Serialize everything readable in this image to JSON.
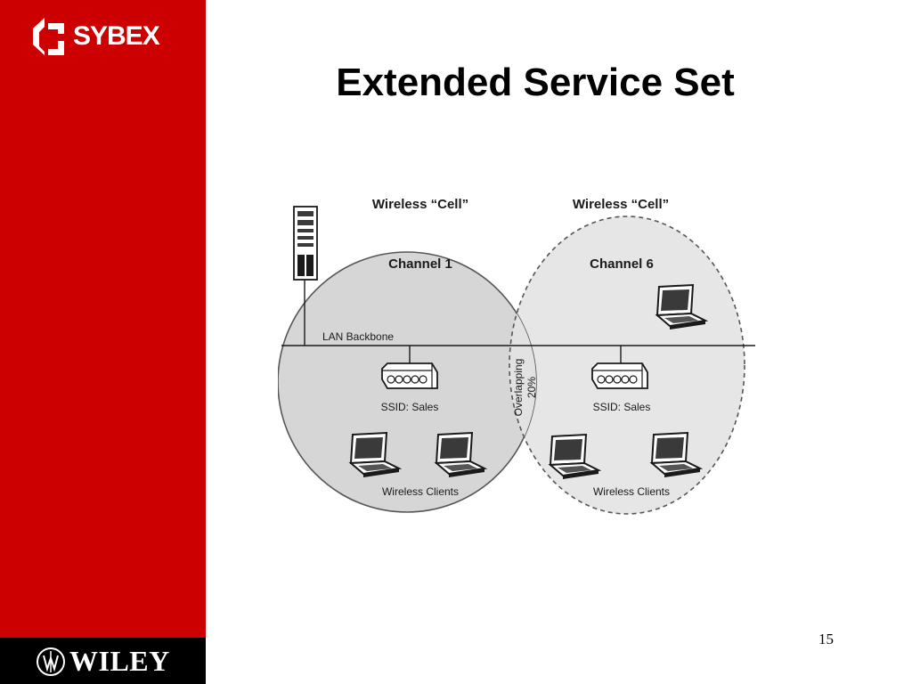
{
  "slide": {
    "title": "Extended Service Set",
    "page_number": "15"
  },
  "logos": {
    "sybex": "SYBEX",
    "wiley": "WILEY"
  },
  "diagram": {
    "cell_left": {
      "heading": "Wireless “Cell”",
      "channel": "Channel 1",
      "ssid": "SSID: Sales",
      "clients_label": "Wireless Clients"
    },
    "cell_right": {
      "heading": "Wireless “Cell”",
      "channel": "Channel 6",
      "ssid": "SSID: Sales",
      "clients_label": "Wireless Clients"
    },
    "backbone_label": "LAN Backbone",
    "overlap_label": "Overlapping",
    "overlap_value": "20%"
  },
  "colors": {
    "sidebar": "#cc0000",
    "footer": "#000000",
    "cell_left_fill": "#d6d6d6",
    "cell_right_fill": "#e6e6e6",
    "overlap_fill": "#e2e2e2"
  }
}
